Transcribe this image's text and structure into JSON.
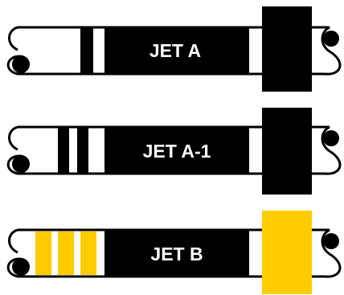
{
  "markers": [
    {
      "label": "JET A",
      "band_color": "#000000",
      "band_pattern": "single-wide-band-plus-single-stripe"
    },
    {
      "label": "JET A-1",
      "band_color": "#000000",
      "band_pattern": "double-stripe"
    },
    {
      "label": "JET B",
      "band_color": "#ffcc00",
      "band_pattern": "triple-stripe"
    }
  ],
  "colors": {
    "pipe_body": "#000000",
    "pipe_outline": "#000000",
    "background": "#ffffff",
    "label_text": "#ffffff",
    "jet_b_accent": "#ffcc00"
  }
}
